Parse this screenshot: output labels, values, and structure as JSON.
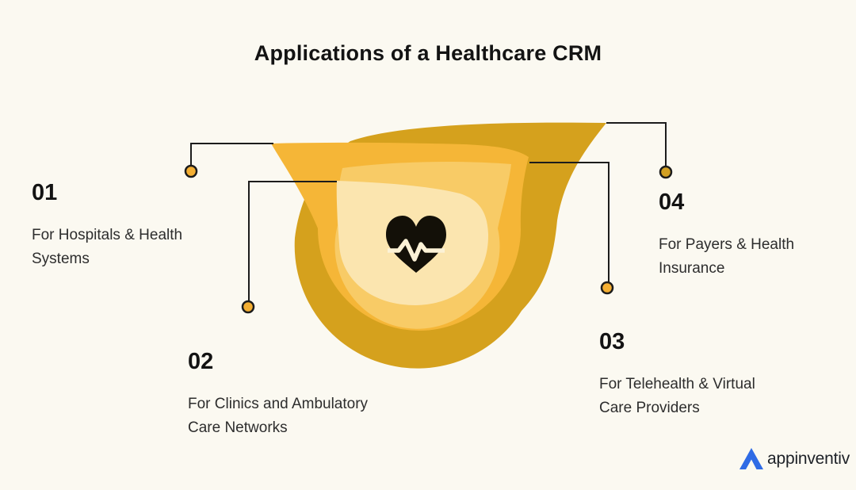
{
  "page": {
    "title": "Applications of a Healthcare CRM",
    "background": "#FBF9F1",
    "line_color": "#1C1C1C"
  },
  "center_graphic": {
    "icon": "heart-pulse",
    "layer_colors": [
      "#D5A11D",
      "#F5B637",
      "#F8CB66",
      "#FBE5AF"
    ],
    "heart_color": "#131008",
    "pulse_color": "#FCF2D6"
  },
  "items": [
    {
      "number": "01",
      "lines": [
        "For Hospitals & Health",
        "Systems"
      ],
      "dot_color": "#F4AF33"
    },
    {
      "number": "02",
      "lines": [
        "For Clinics and Ambulatory",
        "Care Networks"
      ],
      "dot_color": "#F4AF33"
    },
    {
      "number": "03",
      "lines": [
        "For Telehealth & Virtual",
        "Care Providers"
      ],
      "dot_color": "#F4AF33"
    },
    {
      "number": "04",
      "lines": [
        "For Payers & Health",
        "Insurance"
      ],
      "dot_color": "#D2A023"
    }
  ],
  "footer": {
    "brand": "appinventiv",
    "logo_color": "#2F6BE5"
  }
}
